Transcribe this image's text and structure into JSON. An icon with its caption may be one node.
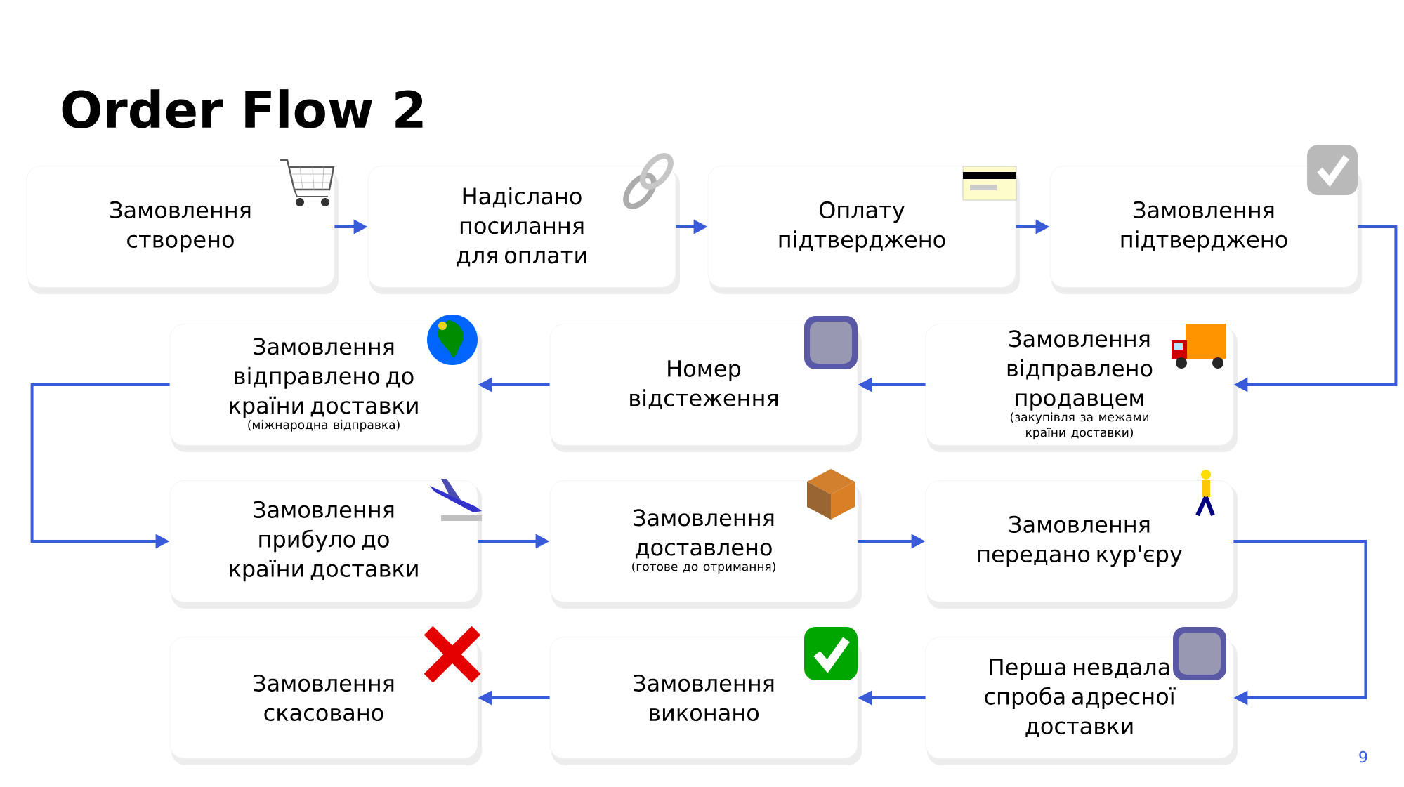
{
  "diagram": {
    "title": "Order Flow 2",
    "nodes": [
      {
        "text": [
          "Замовлення створено"
        ]
      },
      {
        "text": [
          "Надіслано посилання для оплати"
        ]
      },
      {
        "text": [
          "Оплату підтверджено"
        ]
      },
      {
        "text": [
          "Замовлення підтверджено"
        ]
      },
      {
        "text": [
          "Замовлення відправлено продавцем",
          "(закупівля за межами країни доставки)"
        ]
      },
      {
        "text": [
          "Номер відстеження"
        ]
      },
      {
        "text": [
          "Замовлення відправлено до країни доставки",
          "(міжнародна відправка)"
        ]
      },
      {
        "text": [
          "Замовлення прибуло до країни доставки"
        ]
      },
      {
        "text": [
          "Замовлення доставлено",
          "(готове до отримання)"
        ]
      },
      {
        "text": [
          "Замовлення передано кур'єру"
        ]
      },
      {
        "text": [
          "Перша невдала спроба адресної доставки"
        ]
      },
      {
        "text": [
          "Замовлення виконано"
        ]
      },
      {
        "text": [
          "Замовлення скасовано"
        ]
      }
    ],
    "edges": [
      {
        "from": 0,
        "to": 1,
        "arrow": "to"
      },
      {
        "from": 1,
        "to": 2,
        "arrow": "to"
      },
      {
        "from": 2,
        "to": 3,
        "arrow": "to"
      },
      {
        "from": 3,
        "to": 4,
        "arrow": "to"
      },
      {
        "from": 4,
        "to": 5,
        "arrow": "to"
      },
      {
        "from": 5,
        "to": 6,
        "arrow": "to"
      },
      {
        "from": 6,
        "to": 7,
        "arrow": "to"
      },
      {
        "from": 7,
        "to": 8,
        "arrow": "to"
      },
      {
        "from": 8,
        "to": 9,
        "arrow": "to"
      },
      {
        "from": 9,
        "to": 10,
        "arrow": "to"
      },
      {
        "from": 10,
        "to": 11,
        "arrow": "to"
      },
      {
        "from": 11,
        "to": 12,
        "arrow": "to"
      }
    ],
    "labels": [
      "9"
    ]
  }
}
